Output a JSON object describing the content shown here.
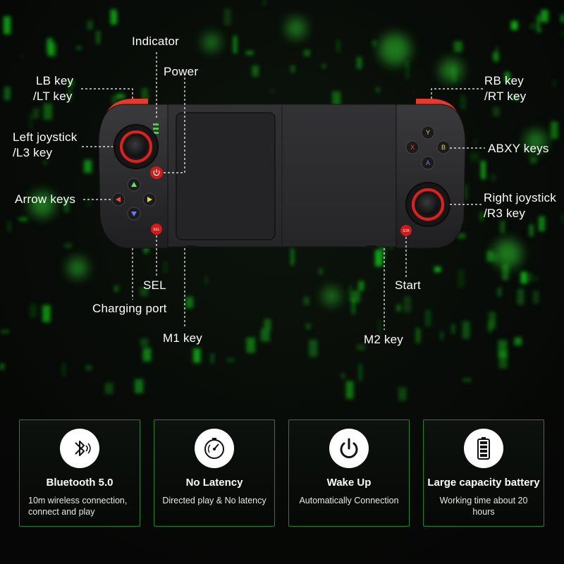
{
  "labels": {
    "indicator": "Indicator",
    "power": "Power",
    "lb_key_1": "LB key",
    "lb_key_2": "/LT key",
    "rb_key_1": "RB key",
    "rb_key_2": "/RT key",
    "left_joystick_1": "Left joystick",
    "left_joystick_2": "/L3 key",
    "abxy_keys": "ABXY keys",
    "arrow_keys": "Arrow keys",
    "right_joystick_1": "Right joystick",
    "right_joystick_2": "/R3 key",
    "sel": "SEL",
    "start": "Start",
    "charging_port": "Charging port",
    "m1_key": "M1 key",
    "m2_key": "M2 key"
  },
  "buttons": {
    "y": "Y",
    "x": "X",
    "b": "B",
    "a": "A",
    "sel_small": "SEL",
    "sta_small": "STA"
  },
  "features": [
    {
      "icon": "bluetooth-icon",
      "title": "Bluetooth 5.0",
      "desc": "10m wireless connection, connect and play"
    },
    {
      "icon": "latency-gauge-icon",
      "title": "No Latency",
      "desc": "Directed play & No latency"
    },
    {
      "icon": "power-icon",
      "title": "Wake Up",
      "desc": "Automatically Connection"
    },
    {
      "icon": "battery-icon",
      "title": "Large capacity battery",
      "desc": "Working time about 20 hours"
    }
  ],
  "colors": {
    "background": "#070907",
    "accent_green": "#33cc33",
    "card_border": "#2f7d2f",
    "joystick_ring": "#e0201e",
    "controller_body": "#2b2b2d"
  }
}
